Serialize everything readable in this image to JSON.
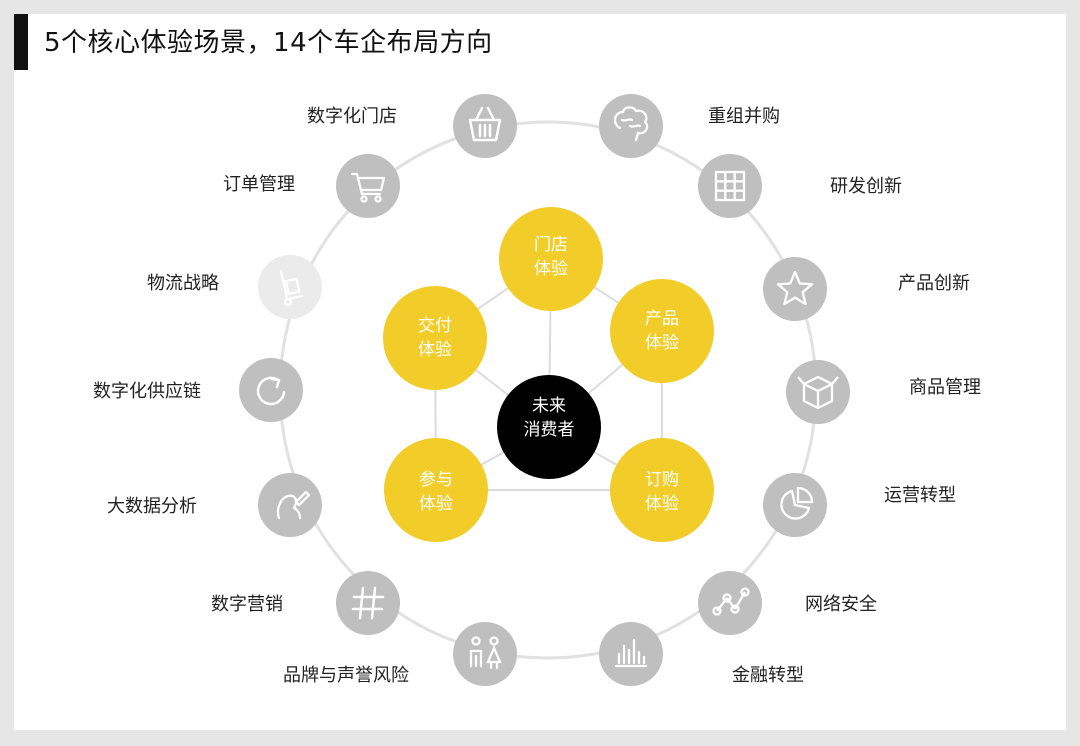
{
  "title": "5个核心体验场景，14个车企布局方向",
  "colors": {
    "accent_yellow": "#f2cd2a",
    "center_black": "#000000",
    "icon_gray": "#bfbfbf",
    "icon_faded": "#ebebeb",
    "ring_line": "#e1e1e1"
  },
  "center": {
    "line1": "未来",
    "line2": "消费者"
  },
  "experiences": [
    {
      "line1": "门店",
      "line2": "体验"
    },
    {
      "line1": "产品",
      "line2": "体验"
    },
    {
      "line1": "订购",
      "line2": "体验"
    },
    {
      "line1": "参与",
      "line2": "体验"
    },
    {
      "line1": "交付",
      "line2": "体验"
    }
  ],
  "directions": [
    {
      "label": "数字化门店",
      "icon": "basket-icon"
    },
    {
      "label": "重组并购",
      "icon": "brain-icon"
    },
    {
      "label": "研发创新",
      "icon": "grid-icon"
    },
    {
      "label": "产品创新",
      "icon": "star-icon"
    },
    {
      "label": "商品管理",
      "icon": "box-icon"
    },
    {
      "label": "运营转型",
      "icon": "pie-chart-icon"
    },
    {
      "label": "网络安全",
      "icon": "network-icon"
    },
    {
      "label": "金融转型",
      "icon": "bar-chart-icon"
    },
    {
      "label": "品牌与声誉风险",
      "icon": "people-icon"
    },
    {
      "label": "数字营销",
      "icon": "hashtag-icon"
    },
    {
      "label": "大数据分析",
      "icon": "profile-pen-icon"
    },
    {
      "label": "数字化供应链",
      "icon": "refresh-icon"
    },
    {
      "label": "物流战略",
      "icon": "hand-truck-icon"
    },
    {
      "label": "订单管理",
      "icon": "cart-icon"
    }
  ]
}
